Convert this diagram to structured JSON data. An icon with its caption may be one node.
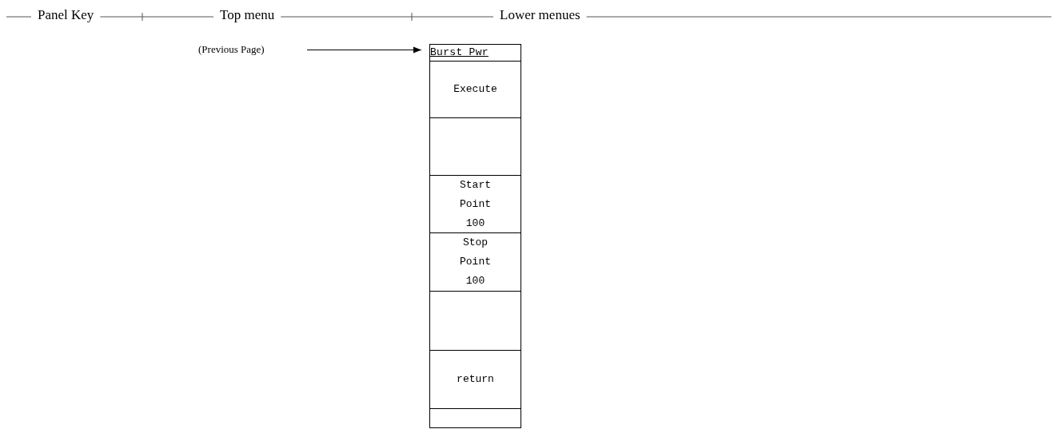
{
  "diagram": {
    "nodes": [
      {
        "text": [
          "(Previous Page)"
        ]
      },
      {
        "text": [
          "Burst Pwr"
        ]
      },
      {
        "text": [
          "Execute"
        ],
        "in": 1
      },
      {
        "text": [],
        "shape": "box",
        "in": 1
      },
      {
        "text": [
          "Start Point 100"
        ],
        "in": 1
      },
      {
        "text": [
          "Stop Point 100"
        ],
        "in": 1
      },
      {
        "text": [],
        "shape": "box",
        "in": 1
      },
      {
        "text": [
          "return"
        ],
        "in": 1
      },
      {
        "text": [],
        "shape": "box",
        "in": 1
      }
    ],
    "edges": [
      {
        "from": 0,
        "to": 1,
        "arrow": "to"
      }
    ],
    "labels": [
      "Panel Key",
      "Top menu",
      "Lower menues"
    ]
  }
}
